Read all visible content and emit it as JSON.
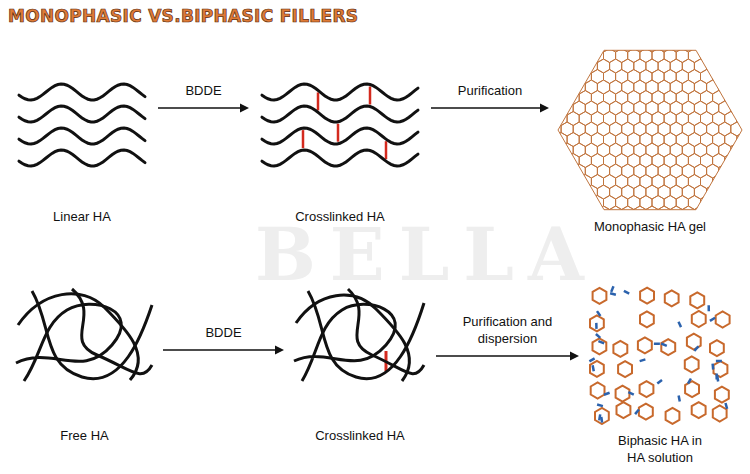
{
  "diagram": {
    "title": "MONOPHASIC VS.BIPHASIC FILLERS",
    "nodes": [
      {
        "text": [
          "Linear HA"
        ]
      },
      {
        "text": [
          "Crosslinked HA"
        ]
      },
      {
        "text": [
          "Monophasic HA gel"
        ]
      },
      {
        "text": [
          "Free HA"
        ]
      },
      {
        "text": [
          "Crosslinked HA"
        ]
      },
      {
        "text": [
          "Biphasic HA in HA solution"
        ]
      }
    ],
    "edges": [
      {
        "from": 0,
        "to": 1,
        "label": "BDDE",
        "arrow": "to"
      },
      {
        "from": 1,
        "to": 2,
        "label": "Purification",
        "arrow": "to"
      },
      {
        "from": 3,
        "to": 4,
        "label": "BDDE",
        "arrow": "to"
      },
      {
        "from": 4,
        "to": 5,
        "label": "Purification and dispersion",
        "arrow": "to"
      }
    ],
    "labels": [
      "BELLA"
    ]
  }
}
